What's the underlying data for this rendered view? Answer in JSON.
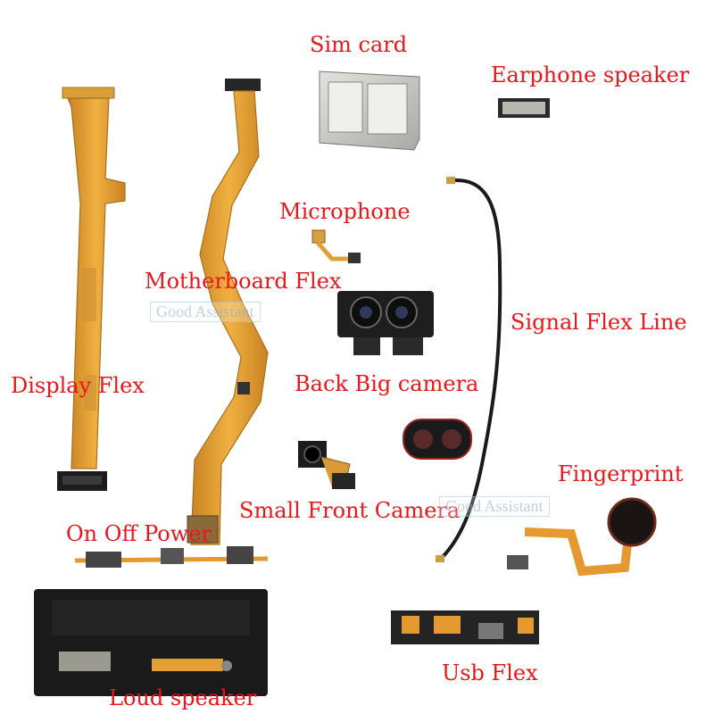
{
  "labels": {
    "sim_card": "Sim card",
    "earphone_speaker": "Earphone speaker",
    "microphone": "Microphone",
    "motherboard_flex": "Motherboard Flex",
    "signal_flex_line": "Signal Flex Line",
    "display_flex": "Display Flex",
    "back_big_camera": "Back Big camera",
    "fingerprint": "Fingerprint",
    "small_front_camera": "Small Front Camera",
    "on_off_power": "On Off Power",
    "usb_flex": "Usb Flex",
    "loud_speaker": "Loud speaker"
  },
  "watermarks": {
    "left": "Good Assistant",
    "right": "Good Assistant"
  },
  "colors": {
    "label_red": "#e8171b",
    "flex_orange": "#e8a030",
    "flex_dark": "#b8741a",
    "metal": "#c8c8c4",
    "black_part": "#1c1c1c"
  }
}
